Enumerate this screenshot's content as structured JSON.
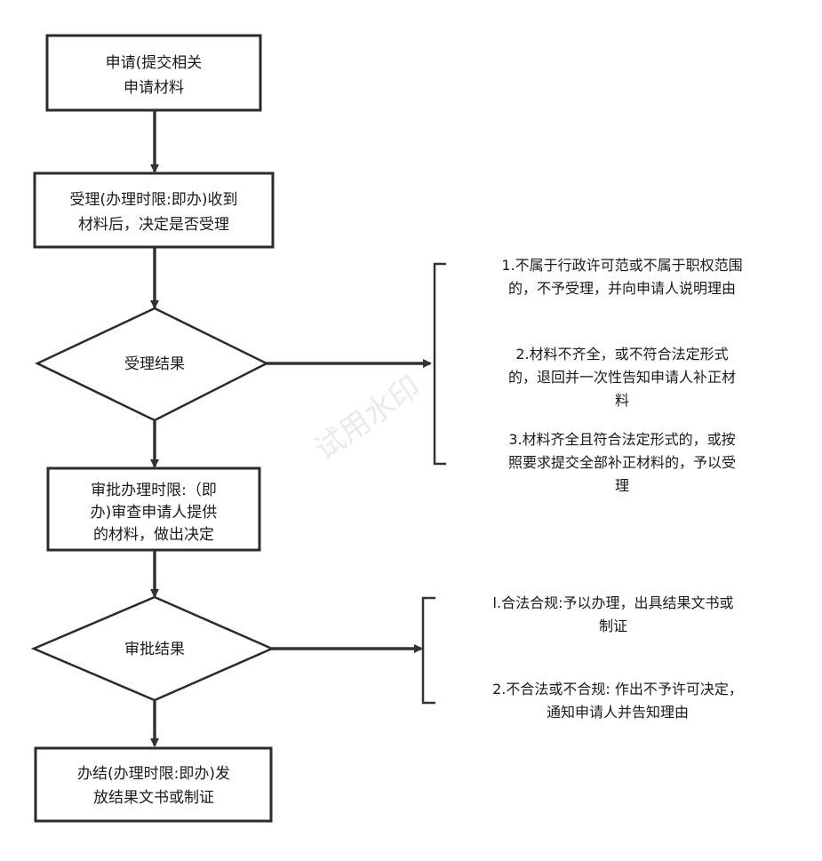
{
  "nodes": {
    "apply": {
      "lines": [
        "申请(提交相关",
        "申请材料"
      ]
    },
    "accept": {
      "lines": [
        "受理(办理时限:即办)收到",
        "材料后，决定是否受理"
      ]
    },
    "accept_result": {
      "lines": [
        "受理结果"
      ]
    },
    "review": {
      "lines": [
        "审批办理时限:（即",
        "办)审查申请人提供",
        "的材料，做出决定"
      ]
    },
    "review_result": {
      "lines": [
        "审批结果"
      ]
    },
    "issue": {
      "lines": [
        "办结(办理时限:即办)发",
        "放结果文书或制证"
      ]
    }
  },
  "notes": {
    "accept_outcomes": [
      {
        "lines": [
          "1.不属于行政许可范或不属于职权范围",
          "的，不予受理，并向申请人说明理由"
        ]
      },
      {
        "lines": [
          "2.材料不齐全，或不符合法定形式",
          "的，退回并一次性告知申请人补正材",
          "料"
        ]
      },
      {
        "lines": [
          "3.材料齐全且符合法定形式的，或按",
          "照要求提交全部补正材料的，予以受",
          "理"
        ]
      }
    ],
    "review_outcomes": [
      {
        "lines": [
          "l.合法合规:予以办理，出具结果文书或",
          "制证"
        ]
      },
      {
        "lines": [
          "2.不合法或不合规: 作出不予许可决定，",
          "通知申请人并告知理由"
        ]
      }
    ]
  },
  "watermark": "试用水印"
}
